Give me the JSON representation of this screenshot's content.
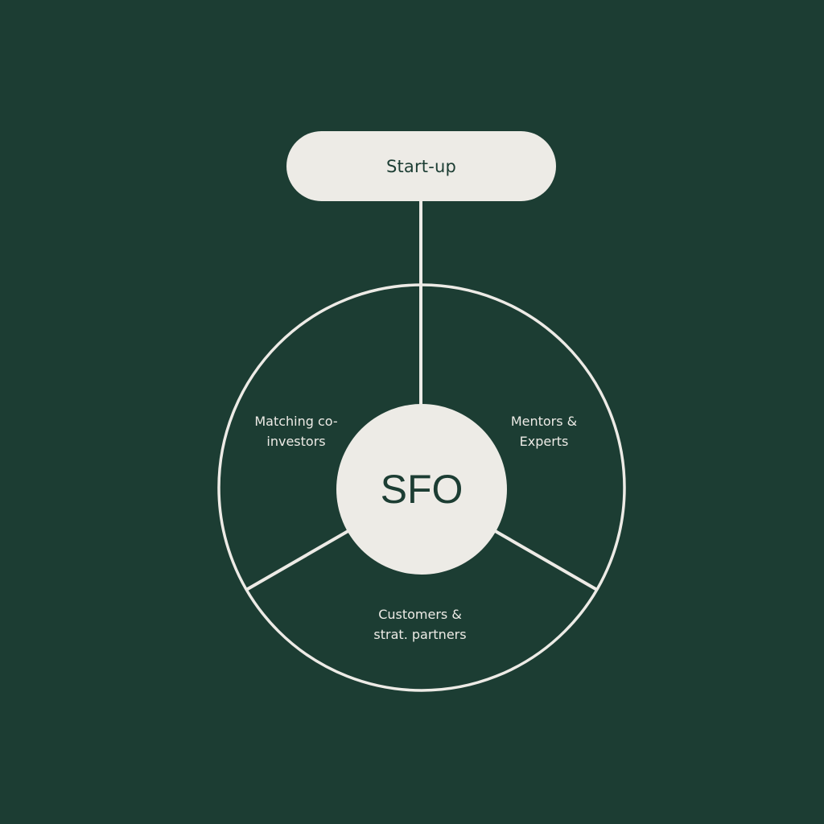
{
  "colors": {
    "background": "#1C3D33",
    "foreground": "#EDEBE6",
    "text_dark": "#1C3D33"
  },
  "top_node": {
    "label": "Start-up"
  },
  "center": {
    "logo_text": "SFO"
  },
  "segments": [
    {
      "label": "Matching co-\ninvestors",
      "position": "upper-left"
    },
    {
      "label": "Mentors &\nExperts",
      "position": "upper-right"
    },
    {
      "label": "Customers &\nstrat. partners",
      "position": "bottom"
    }
  ]
}
